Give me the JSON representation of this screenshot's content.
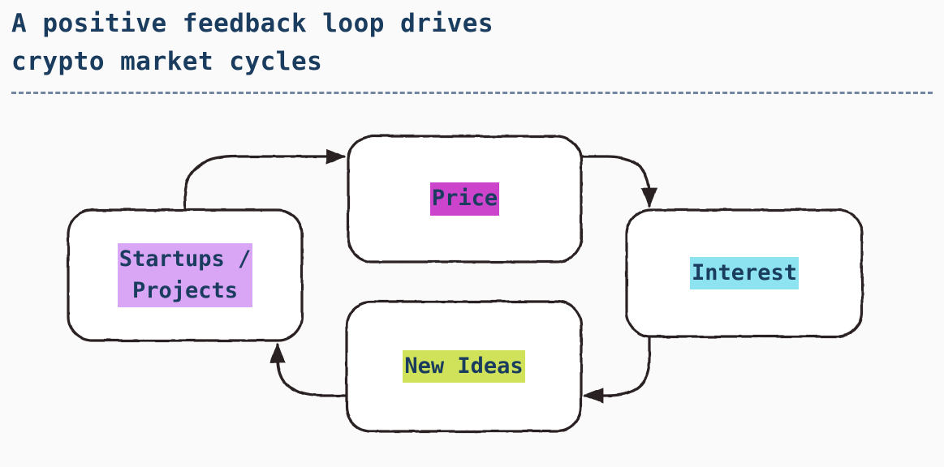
{
  "header": {
    "title": "A positive feedback loop drives\ncrypto market cycles",
    "title_color": "#1a3c5e",
    "divider_color": "#5b7294"
  },
  "canvas": {
    "background": "#fafafa",
    "stroke_color": "#2b2020"
  },
  "diagram": {
    "type": "cycle-flowchart",
    "style": "hand-drawn",
    "nodes": [
      {
        "id": "startups",
        "label": "Startups /\nProjects",
        "highlight_color": "#d9a6f5",
        "text_color": "#1a3c5e"
      },
      {
        "id": "price",
        "label": "Price",
        "highlight_color": "#cc44cc",
        "text_color": "#1a3c5e"
      },
      {
        "id": "interest",
        "label": "Interest",
        "highlight_color": "#8ee3f0",
        "text_color": "#1a3c5e"
      },
      {
        "id": "new-ideas",
        "label": "New Ideas",
        "highlight_color": "#cfe25a",
        "text_color": "#1a3c5e"
      }
    ],
    "edges": [
      {
        "from": "startups",
        "to": "price",
        "label": ""
      },
      {
        "from": "price",
        "to": "interest",
        "label": ""
      },
      {
        "from": "interest",
        "to": "new-ideas",
        "label": ""
      },
      {
        "from": "new-ideas",
        "to": "startups",
        "label": ""
      }
    ]
  }
}
